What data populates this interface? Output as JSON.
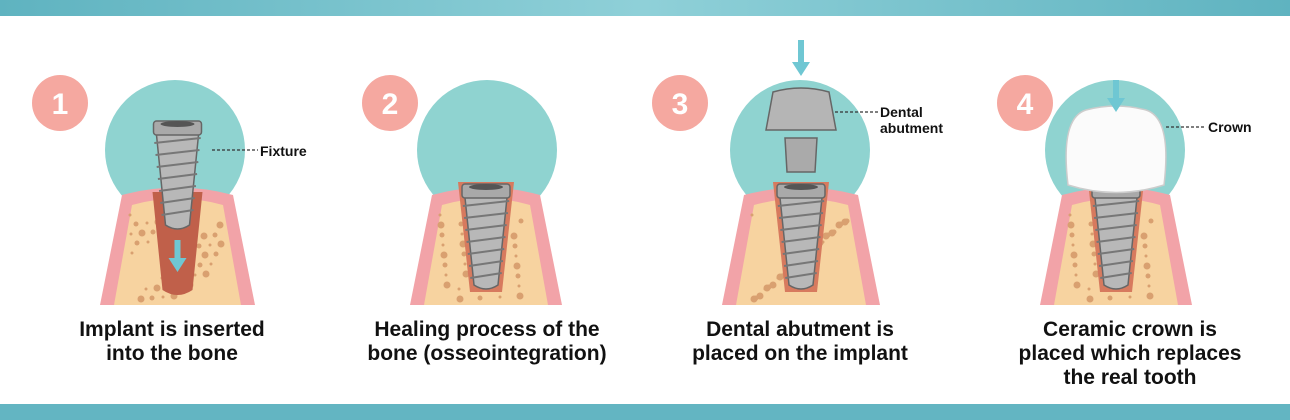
{
  "steps": [
    {
      "number": "1",
      "caption_lines": [
        "Implant is inserted",
        "into the bone"
      ],
      "label": "Fixture"
    },
    {
      "number": "2",
      "caption_lines": [
        "Healing process of the",
        "bone (osseointegration)"
      ]
    },
    {
      "number": "3",
      "caption_lines": [
        "Dental abutment is",
        "placed on the implant"
      ],
      "label_lines": [
        "Dental",
        "abutment"
      ]
    },
    {
      "number": "4",
      "caption_lines": [
        "Ceramic crown is",
        "placed which replaces",
        "the real tooth"
      ],
      "label": "Crown"
    }
  ],
  "colors": {
    "badge": "#f5a8a0",
    "gum_circle": "#8fd3d0",
    "bone": "#f7d3a0",
    "gum": "#f2a3a8",
    "socket": "#c0604a",
    "metal": "#b8b8b8",
    "arrow": "#6fc7d3",
    "band": "#63b5c2"
  }
}
